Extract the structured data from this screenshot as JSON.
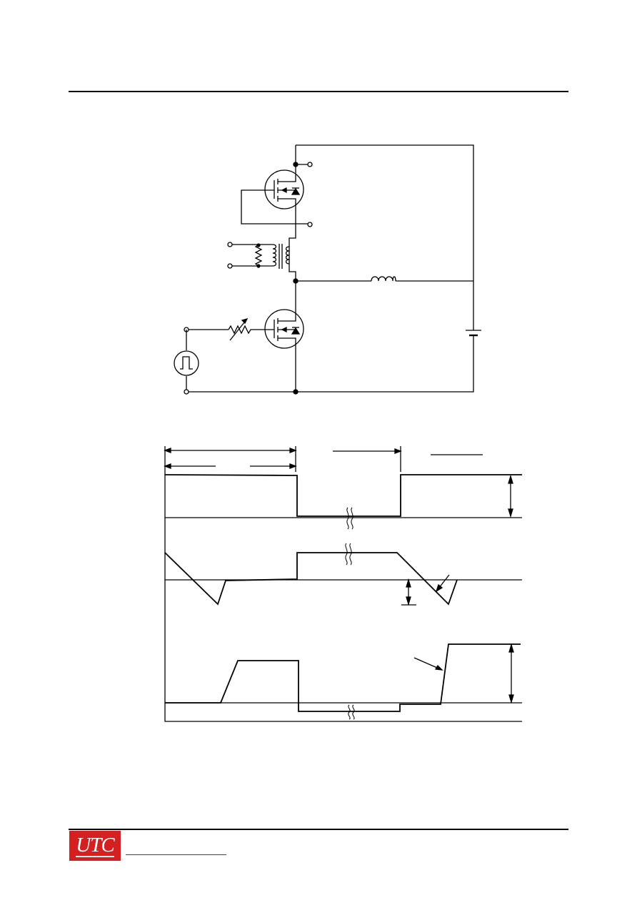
{
  "footer": {
    "logo_text": "UTC",
    "logo_color": "#d42020",
    "link_color": "#1d3bd6"
  },
  "figures": {
    "circuit": {
      "icon": "mosfet-half-bridge-test-circuit-diagram"
    },
    "waveforms": {
      "icon": "switching-waveform-diagram"
    }
  }
}
